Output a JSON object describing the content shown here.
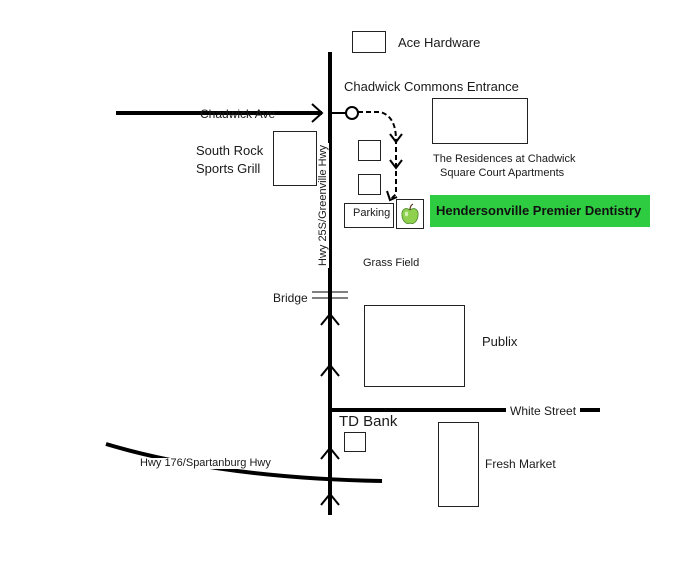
{
  "roads": {
    "highway_main": "Hwy 25S/Greenville Hwy",
    "chadwick_ave": "Chadwick Ave",
    "white_street": "White Street",
    "hwy_176": "Hwy 176/Spartanburg Hwy"
  },
  "landmarks": {
    "ace_hardware": "Ace Hardware",
    "chadwick_commons_entrance": "Chadwick Commons Entrance",
    "south_rock_line1": "South Rock",
    "south_rock_line2": "Sports Grill",
    "residences_line1": "The Residences at Chadwick",
    "residences_line2": "Square Court Apartments",
    "parking": "Parking",
    "grass_field": "Grass Field",
    "bridge": "Bridge",
    "publix": "Publix",
    "td_bank": "TD Bank",
    "fresh_market": "Fresh Market"
  },
  "destination": {
    "name": "Hendersonville Premier Dentistry",
    "highlight_color": "#2ecc40",
    "logo_icon": "apple-icon"
  },
  "colors": {
    "road": "#000000",
    "route_arrow": "#000000"
  }
}
